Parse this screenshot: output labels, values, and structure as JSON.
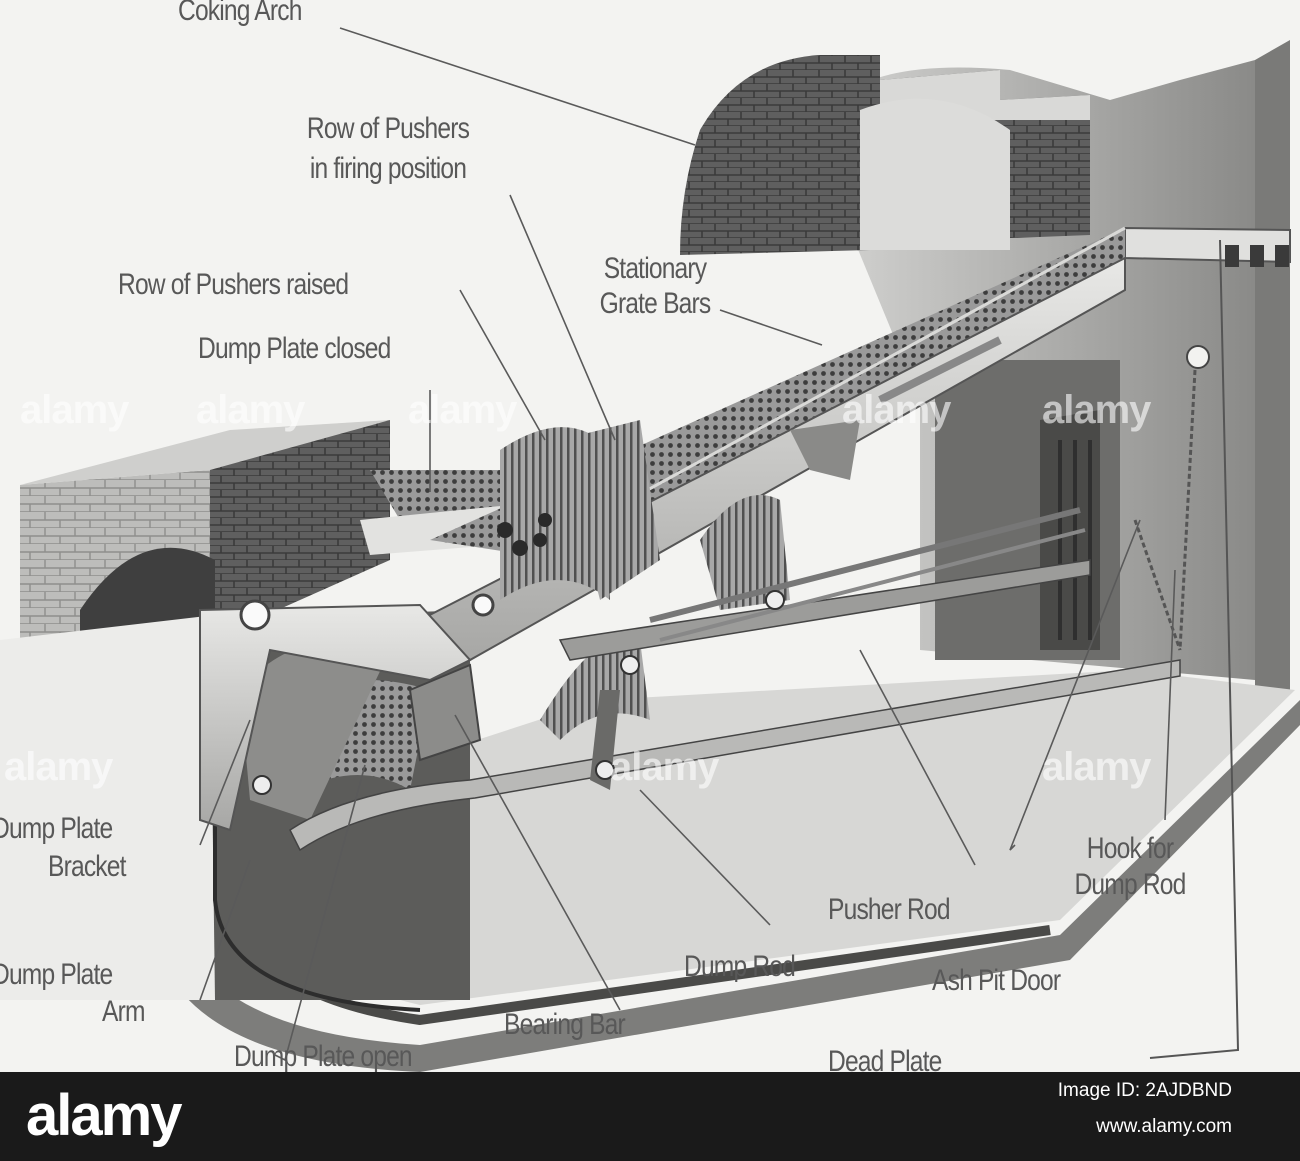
{
  "labels": {
    "coking_arch": "Coking Arch",
    "pushers_firing_1": "Row of Pushers",
    "pushers_firing_2": "in firing position",
    "pushers_raised": "Row of Pushers raised",
    "stationary_1": "Stationary",
    "stationary_2": "Grate Bars",
    "dump_plate_closed": "Dump Plate closed",
    "dump_plate_bracket_1": "Dump Plate",
    "dump_plate_bracket_2": "Bracket",
    "dump_plate_arm_1": "Dump Plate",
    "dump_plate_arm_2": "Arm",
    "dump_plate_open": "Dump Plate open",
    "bearing_bar": "Bearing Bar",
    "dump_rod": "Dump Rod",
    "pusher_rod": "Pusher Rod",
    "hook_1": "Hook for",
    "hook_2": "Dump Rod",
    "ash_pit_door": "Ash Pit Door",
    "dead_plate": "Dead Plate"
  },
  "watermark": "alamy",
  "footer": {
    "logo": "alamy",
    "image_id": "Image ID: 2AJDBND",
    "url": "www.alamy.com"
  }
}
